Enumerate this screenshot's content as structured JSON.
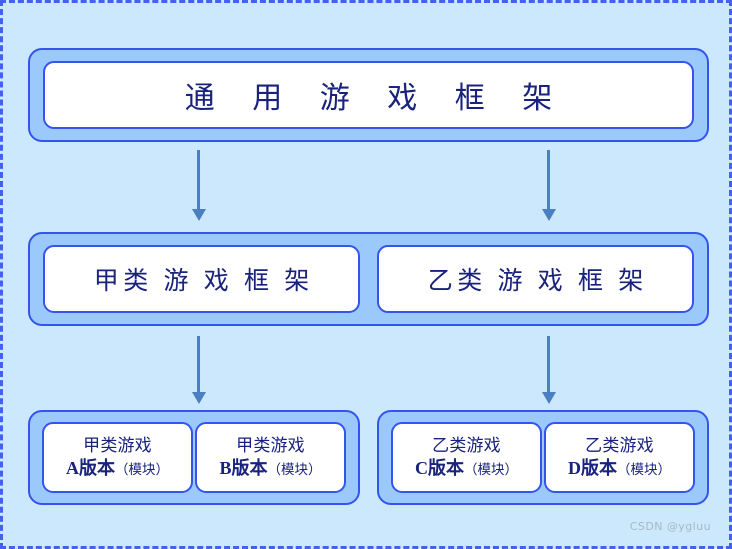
{
  "diagram": {
    "type": "hierarchy-tree",
    "background_color": "#cbe8fc",
    "border_color": "#4361ee",
    "group_fill_color": "#9cc9fb",
    "node_fill_color": "#ffffff",
    "text_color": "#19227d",
    "arrow_color": "#4a7fc1",
    "levels": [
      {
        "level": 1,
        "name": "root",
        "nodes": [
          {
            "label": "通 用 游 戏 框 架"
          }
        ]
      },
      {
        "level": 2,
        "name": "category",
        "nodes": [
          {
            "label": "甲类 游 戏 框 架"
          },
          {
            "label": "乙类 游 戏 框 架"
          }
        ]
      },
      {
        "level": 3,
        "name": "version",
        "groups": [
          {
            "group": "甲类",
            "nodes": [
              {
                "line1": "甲类游戏",
                "version": "A版本",
                "suffix": "（模块）"
              },
              {
                "line1": "甲类游戏",
                "version": "B版本",
                "suffix": "（模块）"
              }
            ]
          },
          {
            "group": "乙类",
            "nodes": [
              {
                "line1": "乙类游戏",
                "version": "C版本",
                "suffix": "（模块）"
              },
              {
                "line1": "乙类游戏",
                "version": "D版本",
                "suffix": "（模块）"
              }
            ]
          }
        ]
      }
    ],
    "arrows": [
      {
        "name": "root-to-mid-left",
        "from": "通 用 游 戏 框 架",
        "to": "甲类 游 戏 框 架"
      },
      {
        "name": "root-to-mid-right",
        "from": "通 用 游 戏 框 架",
        "to": "乙类 游 戏 框 架"
      },
      {
        "name": "mid-to-leaf-left",
        "from": "甲类 游 戏 框 架",
        "to": "甲类游戏版本组"
      },
      {
        "name": "mid-to-leaf-right",
        "from": "乙类 游 戏 框 架",
        "to": "乙类游戏版本组"
      }
    ]
  },
  "watermark": {
    "text": "CSDN @ygluu"
  }
}
